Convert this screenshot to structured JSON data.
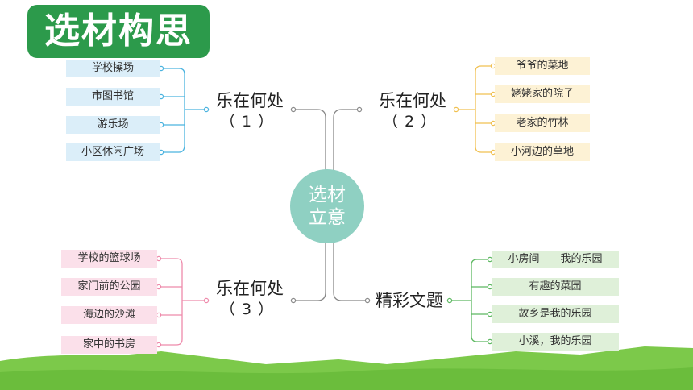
{
  "title": "选材构思",
  "center": {
    "line1": "选材",
    "line2": "立意"
  },
  "branches": {
    "b1": {
      "label": "乐在何处",
      "sub": "（1）",
      "color": "#4ab3df",
      "leaves": [
        "学校操场",
        "市图书馆",
        "游乐场",
        "小区休闲广场"
      ]
    },
    "b2": {
      "label": "乐在何处",
      "sub": "（2）",
      "color": "#f0c050",
      "leaves": [
        "爷爷的菜地",
        "姥姥家的院子",
        "老家的竹林",
        "小河边的草地"
      ]
    },
    "b3": {
      "label": "乐在何处",
      "sub": "（3）",
      "color": "#ee8aab",
      "leaves": [
        "学校的篮球场",
        "家门前的公园",
        "海边的沙滩",
        "家中的书房"
      ]
    },
    "b4": {
      "label": "精彩文题",
      "color": "#5cb860",
      "leaves": [
        "小房间——我的乐园",
        "有趣的菜园",
        "故乡是我的乐园",
        "小溪，我的乐园"
      ]
    }
  },
  "colors": {
    "title_bg": "#2c9a4b",
    "center_bg": "#8fd0c2",
    "grass": "#7cc94a",
    "connector": "#888888"
  }
}
